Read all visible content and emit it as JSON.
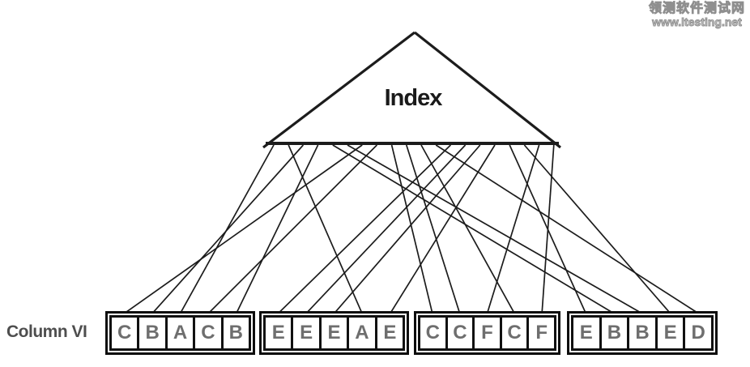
{
  "index": {
    "label": "Index"
  },
  "column": {
    "label": "Column VI"
  },
  "groups": [
    {
      "cells": [
        "C",
        "B",
        "A",
        "C",
        "B"
      ]
    },
    {
      "cells": [
        "E",
        "E",
        "E",
        "A",
        "E"
      ]
    },
    {
      "cells": [
        "C",
        "C",
        "F",
        "C",
        "F"
      ]
    },
    {
      "cells": [
        "E",
        "B",
        "B",
        "E",
        "D"
      ]
    }
  ],
  "index_entries": [
    {
      "value": "A",
      "row": 3
    },
    {
      "value": "A",
      "row": 9
    },
    {
      "value": "B",
      "row": 2
    },
    {
      "value": "B",
      "row": 5
    },
    {
      "value": "B",
      "row": 17
    },
    {
      "value": "B",
      "row": 18
    },
    {
      "value": "C",
      "row": 1
    },
    {
      "value": "C",
      "row": 4
    },
    {
      "value": "C",
      "row": 11
    },
    {
      "value": "C",
      "row": 12
    },
    {
      "value": "C",
      "row": 14
    },
    {
      "value": "D",
      "row": 20
    },
    {
      "value": "E",
      "row": 6
    },
    {
      "value": "E",
      "row": 7
    },
    {
      "value": "E",
      "row": 8
    },
    {
      "value": "E",
      "row": 10
    },
    {
      "value": "E",
      "row": 16
    },
    {
      "value": "E",
      "row": 19
    },
    {
      "value": "F",
      "row": 13
    },
    {
      "value": "F",
      "row": 15
    }
  ],
  "watermark": {
    "site_name": "领测软件测试网",
    "url": "www.ltesting.net"
  },
  "colors": {
    "line": "#1c1c1c",
    "triangle": "#1c1c1c",
    "box_border": "#0d0d0d",
    "cell_letter": "#6e6e6e",
    "column_label": "#4e4e4e",
    "index_label": "#1a1a1a",
    "watermark": "#9b9b9b",
    "background": "#ffffff"
  }
}
